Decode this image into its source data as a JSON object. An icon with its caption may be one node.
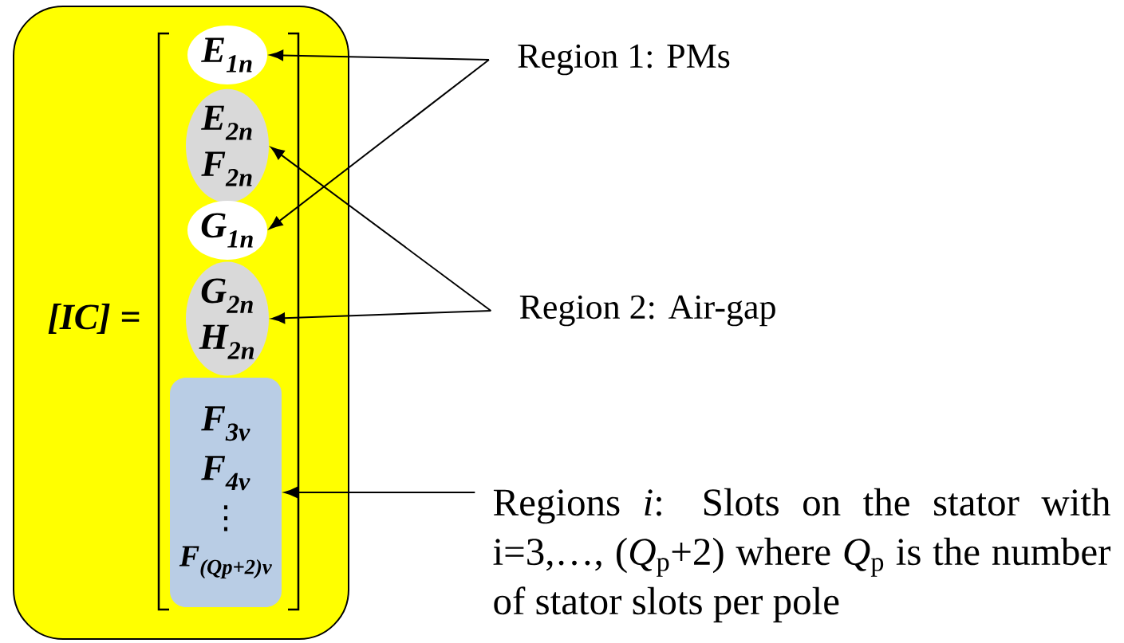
{
  "diagram": {
    "nodes": [
      {
        "text": [],
        "shape": "box"
      },
      {
        "text": [
          "E$_{1n}$"
        ],
        "in": 0
      },
      {
        "text": [
          "E$_{2n}$",
          "F$_{2n}$"
        ],
        "in": 0
      },
      {
        "text": [
          "G$_{1n}$"
        ],
        "in": 0
      },
      {
        "text": [
          "G$_{2n}$",
          "H$_{2n}$"
        ],
        "in": 0
      },
      {
        "text": [
          "F$_{3v}$",
          "F$_{4v}$",
          "⋮",
          "F$_{(Qp+2)v}$"
        ],
        "in": 0
      },
      {
        "text": [
          "Region 1: PMs"
        ]
      },
      {
        "text": [
          "Region 2: Air-gap"
        ]
      },
      {
        "text": [
          "Regions *i*: Slots on the stator with i=3,…, (*Q*$_{p}$+2) where *Q*$_{p}$ is the number of stator slots per pole"
        ]
      }
    ],
    "edges": [
      {
        "from": 6,
        "to": 1,
        "arrow": "to"
      },
      {
        "from": 6,
        "to": 3,
        "arrow": "to"
      },
      {
        "from": 7,
        "to": 2,
        "arrow": "to"
      },
      {
        "from": 7,
        "to": 4,
        "arrow": "to"
      },
      {
        "from": 8,
        "to": 5,
        "arrow": "to"
      }
    ],
    "labels": [
      "[IC] ="
    ]
  }
}
